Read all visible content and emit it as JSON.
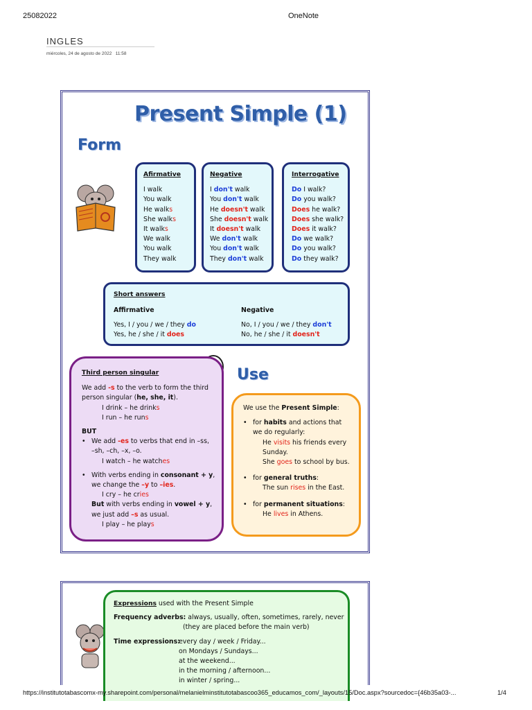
{
  "header": {
    "left": "25082022",
    "center": "OneNote"
  },
  "note": {
    "title": "INGLES",
    "date": "miércoles, 24 de agosto de 2022",
    "time": "11:58"
  },
  "worksheet": {
    "title": "Present Simple (1)",
    "form_heading": "Form",
    "use_heading": "Use",
    "affirmative": {
      "heading": "Afirmative",
      "lines": [
        {
          "base": "I walk",
          "suffix": ""
        },
        {
          "base": "You walk",
          "suffix": ""
        },
        {
          "base": "He walk",
          "suffix": "s"
        },
        {
          "base": "She walk",
          "suffix": "s"
        },
        {
          "base": "It walk",
          "suffix": "s"
        },
        {
          "base": "We walk",
          "suffix": ""
        },
        {
          "base": "You walk",
          "suffix": ""
        },
        {
          "base": "They walk",
          "suffix": ""
        }
      ]
    },
    "negative": {
      "heading": "Negative",
      "lines": [
        {
          "pre": "I",
          "aux": "don't",
          "post": "walk",
          "aux_color": "blue"
        },
        {
          "pre": "You",
          "aux": "don't",
          "post": "walk",
          "aux_color": "blue"
        },
        {
          "pre": "He",
          "aux": "doesn't",
          "post": "walk",
          "aux_color": "red"
        },
        {
          "pre": "She",
          "aux": "doesn't",
          "post": "walk",
          "aux_color": "red"
        },
        {
          "pre": "It",
          "aux": "doesn't",
          "post": "walk",
          "aux_color": "red"
        },
        {
          "pre": "We",
          "aux": "don't",
          "post": "walk",
          "aux_color": "blue"
        },
        {
          "pre": "You",
          "aux": "don't",
          "post": "walk",
          "aux_color": "blue"
        },
        {
          "pre": "They",
          "aux": "don't",
          "post": "walk",
          "aux_color": "blue"
        }
      ]
    },
    "interrogative": {
      "heading": "Interrogative",
      "lines": [
        {
          "aux": "Do",
          "rest": "I walk?",
          "aux_color": "blue"
        },
        {
          "aux": "Do",
          "rest": "you walk?",
          "aux_color": "blue"
        },
        {
          "aux": "Does",
          "rest": "he walk?",
          "aux_color": "red"
        },
        {
          "aux": "Does",
          "rest": "she walk?",
          "aux_color": "red"
        },
        {
          "aux": "Does",
          "rest": "it walk?",
          "aux_color": "red"
        },
        {
          "aux": "Do",
          "rest": "we walk?",
          "aux_color": "blue"
        },
        {
          "aux": "Do",
          "rest": "you walk?",
          "aux_color": "blue"
        },
        {
          "aux": "Do",
          "rest": "they walk?",
          "aux_color": "blue"
        }
      ]
    },
    "short_answers": {
      "heading": "Short answers",
      "aff_label": "Affirmative",
      "neg_label": "Negative",
      "aff1_pre": "Yes, I / you / we / they",
      "aff1_aux": "do",
      "aff2_pre": "Yes, he / she / it",
      "aff2_aux": "does",
      "neg1_pre": "No, I / you / we / they",
      "neg1_aux": "don't",
      "neg2_pre": "No, he / she / it",
      "neg2_aux": "doesn't"
    },
    "third_person": {
      "heading": "Third person singular",
      "intro_a": "We add ",
      "intro_s": "-s",
      "intro_b": " to the verb to form the third",
      "intro2_a": "person singular (",
      "intro2_b": "he, she, it",
      "intro2_c": ").",
      "ex1_base": "I drink – he drink",
      "ex1_suf": "s",
      "ex2_base": "I run – he run",
      "ex2_suf": "s",
      "but": "BUT",
      "b1_a": "We add ",
      "b1_es": "-es",
      "b1_b": " to verbs that end in –ss,",
      "b1_line2": "–sh, –ch, –x, –o.",
      "ex3_base": "I watch – he watch",
      "ex3_suf": "es",
      "b2_a": "With verbs ending in ",
      "b2_b": "consonant + y",
      "b2_line2_a": "we change the ",
      "b2_y": "–y",
      "b2_line2_b": " to ",
      "b2_ies": "–ies",
      "ex4_base": "I cry – he cr",
      "ex4_suf": "ies",
      "b3_a": "But",
      "b3_b": " with verbs ending in ",
      "b3_c": "vowel + y",
      "b3_line2_a": "we just add ",
      "b3_s": "–s",
      "b3_line2_b": " as usual.",
      "ex5_base": "I play – he play",
      "ex5_suf": "s"
    },
    "use": {
      "intro_a": "We use the ",
      "intro_b": "Present Simple",
      "u1_a": "for ",
      "u1_b": "habits",
      "u1_c": " and actions that",
      "u1_line2": "we do regularly:",
      "u1_ex1_a": "He ",
      "u1_ex1_v": "visits",
      "u1_ex1_b": " his friends every",
      "u1_ex1_line2": "Sunday.",
      "u1_ex2_a": "She ",
      "u1_ex2_v": "goes",
      "u1_ex2_b": " to school by bus.",
      "u2_a": "for ",
      "u2_b": "general truths",
      "u2_ex_a": "The sun ",
      "u2_ex_v": "rises",
      "u2_ex_b": " in the East.",
      "u3_a": "for ",
      "u3_b": "permanent situations",
      "u3_ex_a": "He ",
      "u3_ex_v": "lives",
      "u3_ex_b": " in Athens."
    }
  },
  "expressions": {
    "heading_a": "Expressions",
    "heading_b": " used with the Present Simple",
    "freq_label": "Frequency adverbs:",
    "freq_text": "always, usually, often, sometimes, rarely, never",
    "freq_note": "(they are placed before the main verb)",
    "time_label": "Time expressions:",
    "time_lines": [
      "every day / week / Friday...",
      "on Mondays / Sundays...",
      "at the weekend...",
      "in the morning / afternoon...",
      "in winter / spring..."
    ]
  },
  "footer": {
    "url": "https://institutotabascomx-my.sharepoint.com/personal/melanielminstitutotabascoo365_educamos_com/_layouts/15/Doc.aspx?sourcedoc={46b35a03-...",
    "page": "1/4"
  }
}
